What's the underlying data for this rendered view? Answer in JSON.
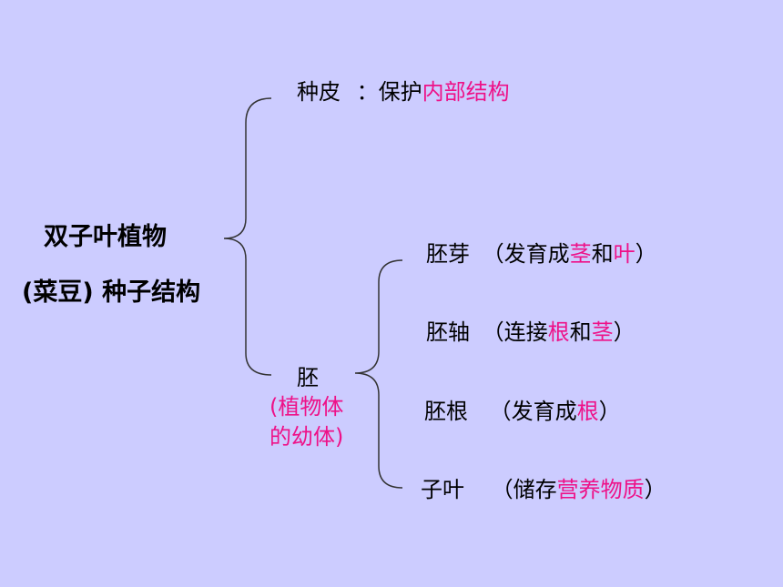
{
  "root": {
    "line1": "双子叶植物",
    "line2": "(菜豆) 种子结构"
  },
  "seed_coat": {
    "label": "种皮",
    "sep": "：",
    "desc_plain": "保护",
    "desc_highlight": "内部结构"
  },
  "embryo": {
    "label": "胚",
    "note_line1": "(植物体",
    "note_line2": "的幼体)"
  },
  "parts": [
    {
      "label": "胚芽",
      "open": "（发育成",
      "hl1": "茎",
      "mid": "和",
      "hl2": "叶",
      "close": "）"
    },
    {
      "label": "胚轴",
      "open": "（连接",
      "hl1": "根",
      "mid": "和",
      "hl2": "茎",
      "close": "）"
    },
    {
      "label": "胚根",
      "open": "（发育成",
      "hl1": "根",
      "close": "）"
    },
    {
      "label": "子叶",
      "open": "（储存",
      "hl1": "营养物质",
      "close": "）"
    }
  ],
  "colors": {
    "background": "#ccccff",
    "highlight": "#ee1188",
    "text": "#000000"
  }
}
